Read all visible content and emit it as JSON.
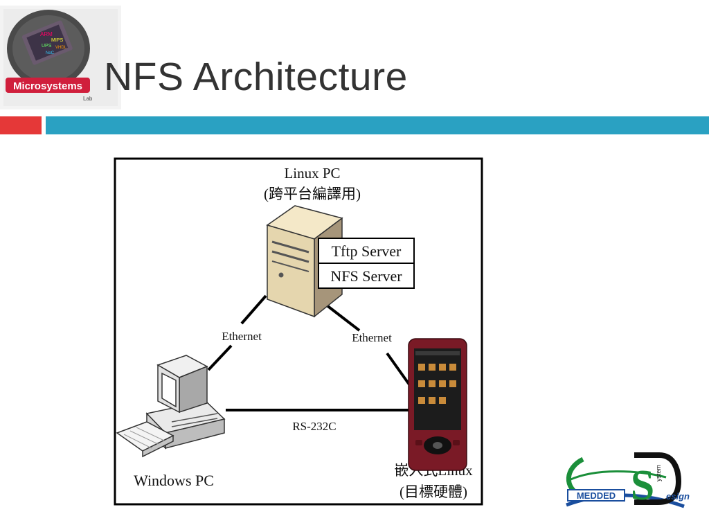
{
  "slide": {
    "title": "NFS Architecture"
  },
  "header_logo": {
    "name": "Microsystems",
    "sub": "Lab",
    "chip_words": [
      "ARM",
      "MIPS",
      "UPS",
      "VHDL",
      "NoC"
    ]
  },
  "diagram": {
    "linux_pc": {
      "label": "Linux PC",
      "sublabel": "(跨平台編譯用)"
    },
    "servers": [
      "Tftp Server",
      "NFS Server"
    ],
    "links": {
      "linux_windows": "Ethernet",
      "linux_embedded": "Ethernet",
      "windows_embedded": "RS-232C"
    },
    "windows_pc": {
      "label": "Windows PC"
    },
    "embedded": {
      "label": "嵌入式Linux",
      "sublabel": "(目標硬體)"
    }
  },
  "footer_logo": {
    "word": "MEDDED",
    "s": "S",
    "small": "ystem",
    "tail": "esign"
  },
  "colors": {
    "accent_red": "#e53838",
    "accent_blue": "#2aa1c2",
    "title_gray": "#333333"
  }
}
